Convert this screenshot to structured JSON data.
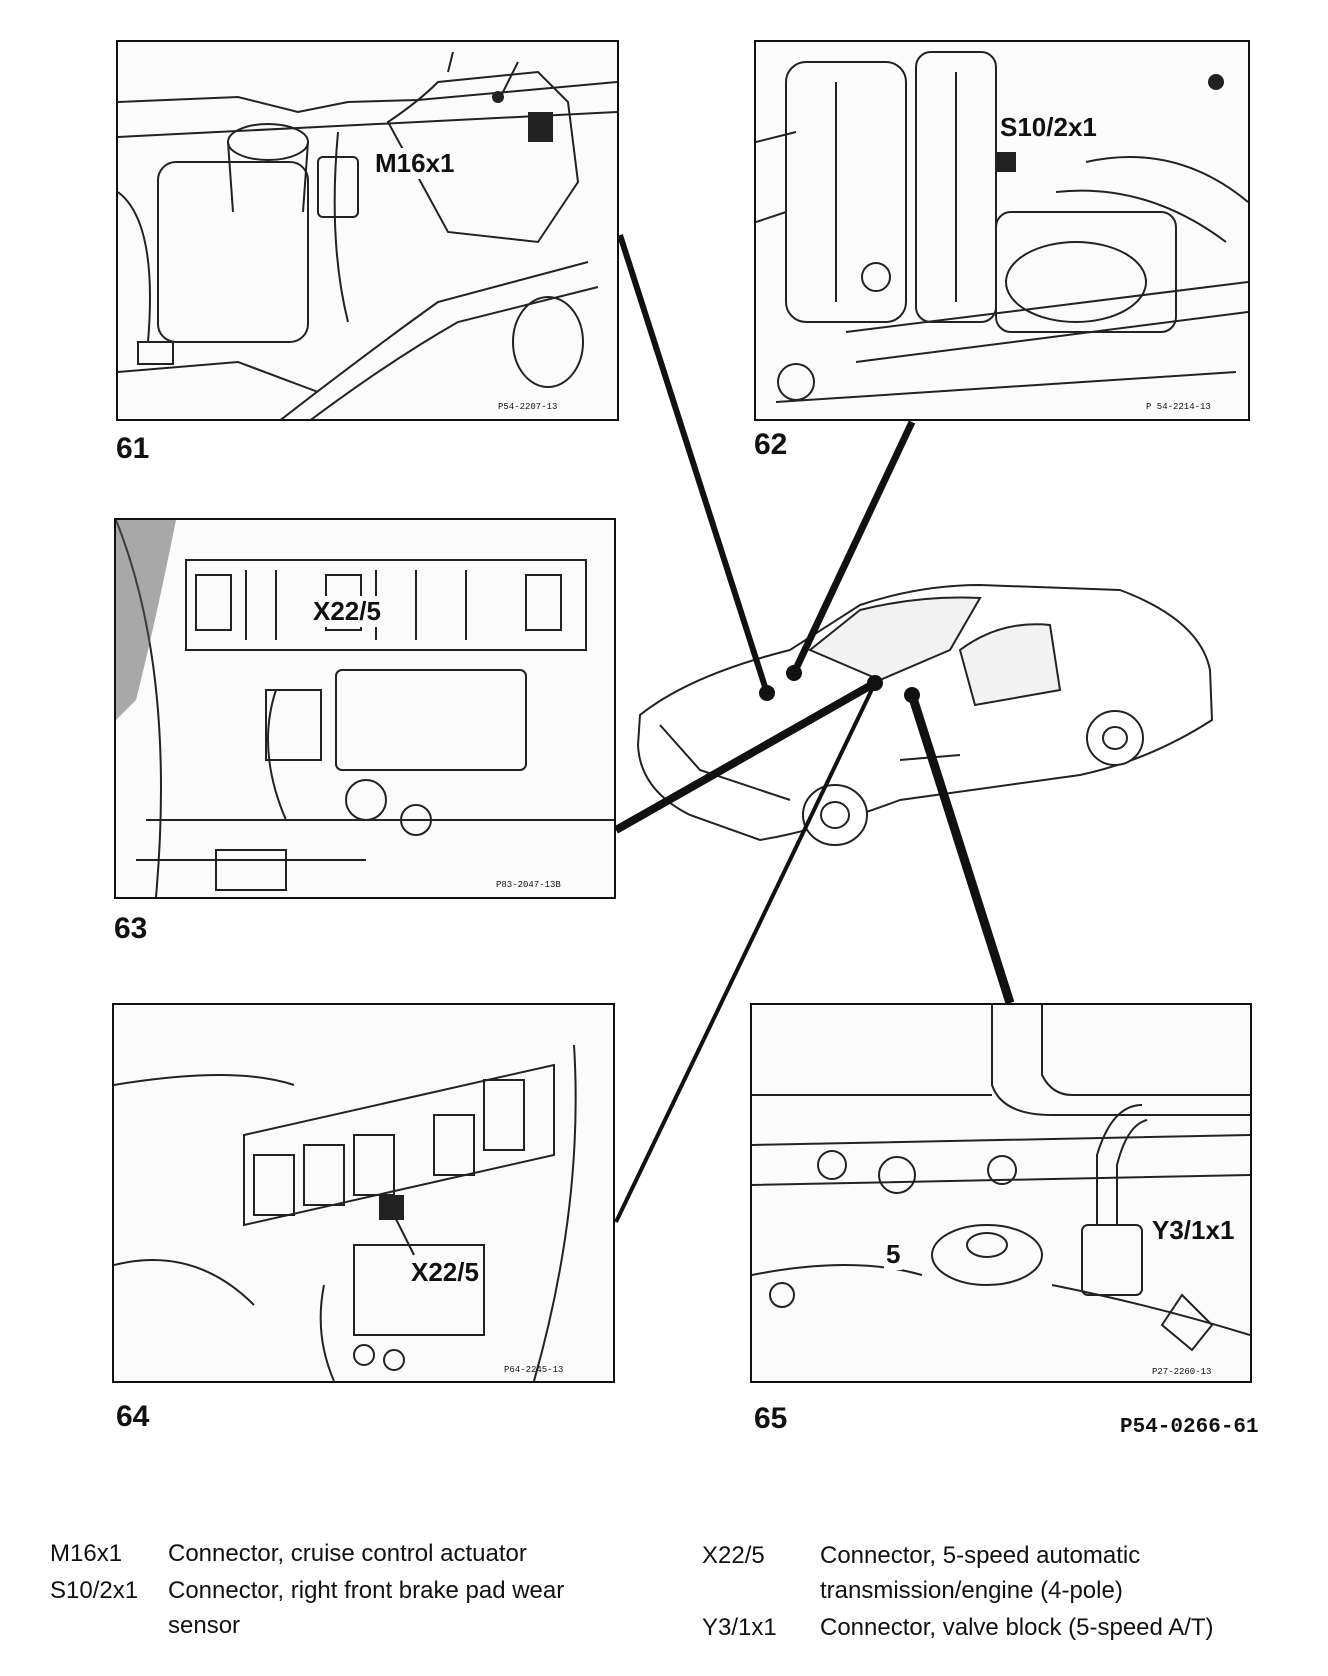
{
  "panels": {
    "p61": {
      "number": "61",
      "callout": "M16x1",
      "ref": "P54-2207-13"
    },
    "p62": {
      "number": "62",
      "callout": "S10/2x1",
      "ref": "P 54-2214-13"
    },
    "p63": {
      "number": "63",
      "callout": "X22/5",
      "ref": "P83-2047-13B"
    },
    "p64": {
      "number": "64",
      "callout": "X22/5",
      "ref": "P64-2245-13"
    },
    "p65": {
      "number": "65",
      "callout_a": "5",
      "callout_b": "Y3/1x1",
      "ref": "P27-2260-13"
    }
  },
  "figure_ref": "P54-0266-61",
  "legend": {
    "left": [
      {
        "code": "M16x1",
        "desc": "Connector, cruise control actuator"
      },
      {
        "code": "S10/2x1",
        "desc": "Connector, right front brake pad wear",
        "desc2": "sensor"
      }
    ],
    "right": [
      {
        "code": "X22/5",
        "desc": "Connector, 5-speed automatic",
        "desc2": "transmission/engine (4-pole)"
      },
      {
        "code": "Y3/1x1",
        "desc": "Connector, valve block (5-speed A/T)"
      }
    ]
  },
  "colors": {
    "ink": "#111111",
    "paper": "#ffffff"
  }
}
